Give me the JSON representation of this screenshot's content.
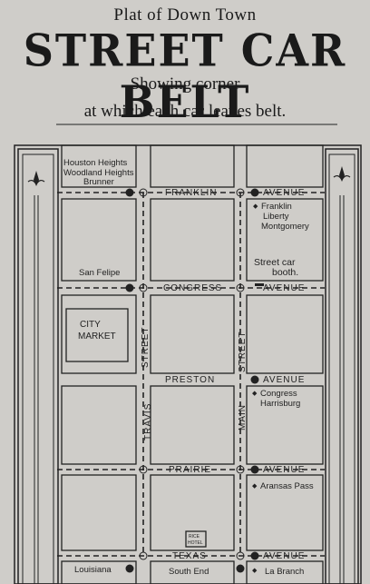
{
  "header": {
    "line1": "Plat of Down Town",
    "line2": "STREET CAR BELT",
    "line3": "Showing corner",
    "line4": "at which each car leaves belt."
  },
  "avenues": {
    "franklin": "FRANKLIN",
    "congress": "CONGRESS",
    "preston": "PRESTON",
    "prairie": "PRAIRIE",
    "texas": "TEXAS",
    "avenue": "AVENUE"
  },
  "streets": {
    "travis": "TRAVIS",
    "main": "MAIN",
    "street": "STREET"
  },
  "places": {
    "city_market_1": "CITY",
    "city_market_2": "MARKET",
    "rice_hotel_1": "RICE",
    "rice_hotel_2": "HOTEL"
  },
  "car_lines": {
    "houston_heights": "Houston Heights",
    "woodland_heights": "Woodland Heights",
    "brunner": "Brunner",
    "franklin": "Franklin",
    "liberty": "Liberty",
    "montgomery": "Montgomery",
    "street_car": "Street car",
    "booth": "booth.",
    "san_felipe": "San Felipe",
    "congress": "Congress",
    "harrisburg": "Harrisburg",
    "aransas_pass": "Aransas Pass",
    "louisiana": "Louisiana",
    "south_end": "South End",
    "la_branch": "La Branch"
  }
}
